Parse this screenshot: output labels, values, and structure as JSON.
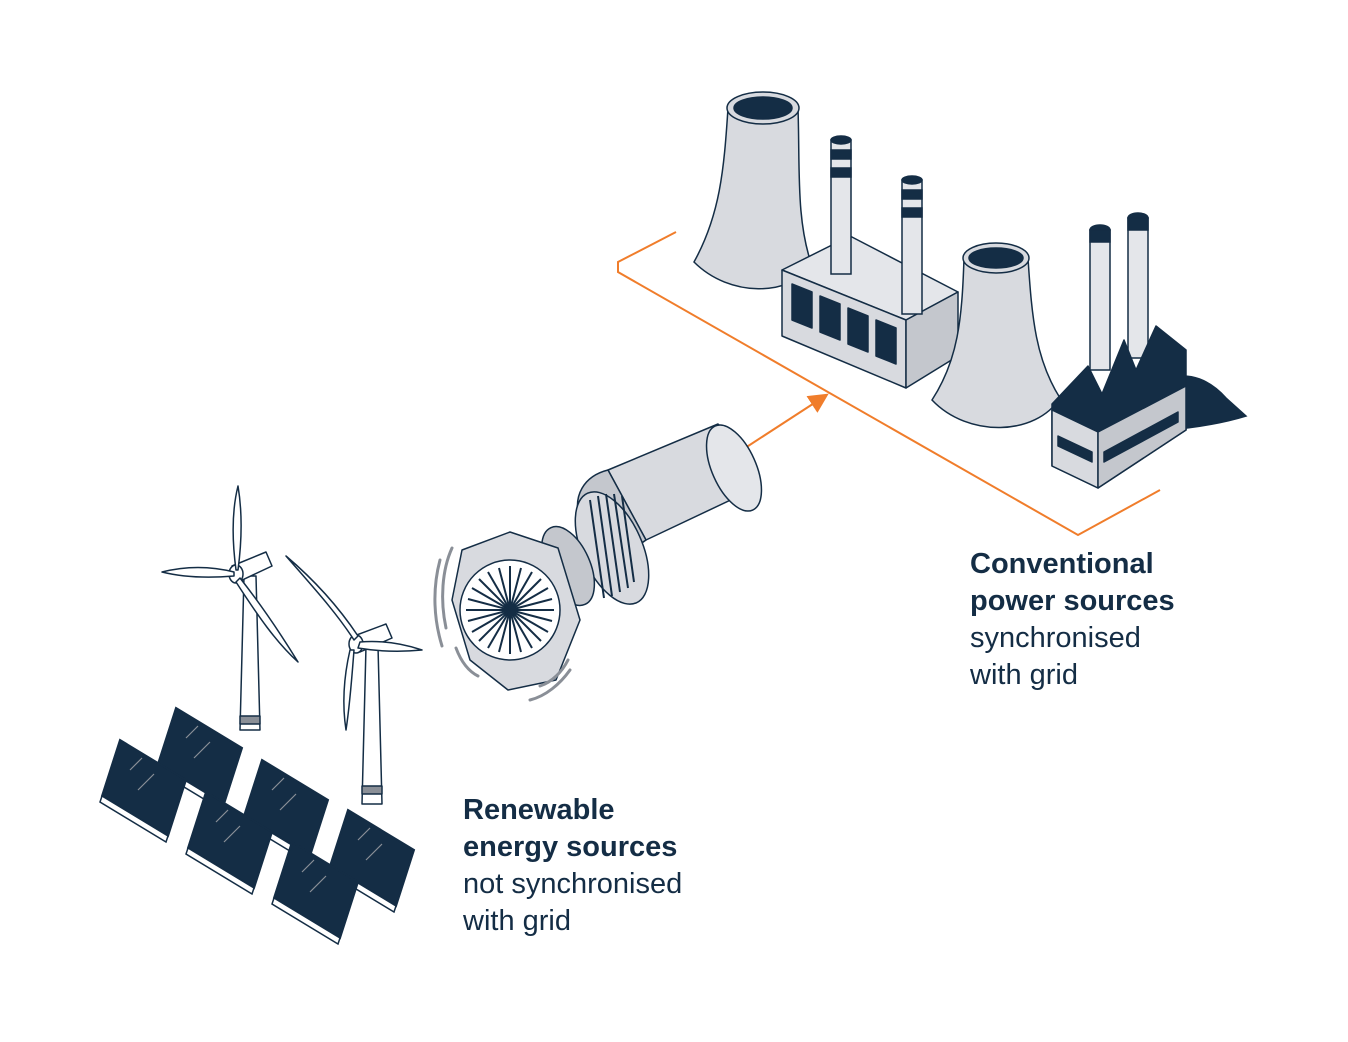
{
  "colors": {
    "navy": "#142d45",
    "light_grey": "#d8dadf",
    "orange": "#f07d2b",
    "outline": "#142d45",
    "background": "#ffffff"
  },
  "conventional": {
    "title_line1": "Conventional",
    "title_line2": "power sources",
    "subtitle_line1": "synchronised",
    "subtitle_line2": "with grid"
  },
  "renewable": {
    "title_line1": "Renewable",
    "title_line2": "energy sources",
    "subtitle_line1": "not synchronised",
    "subtitle_line2": "with grid"
  },
  "icons": [
    "cooling-tower-icon",
    "chimney-icon",
    "power-hall-icon",
    "factory-icon",
    "coal-pile-icon",
    "generator-icon",
    "wind-turbine-icon",
    "solar-panel-icon",
    "arrow-icon"
  ]
}
